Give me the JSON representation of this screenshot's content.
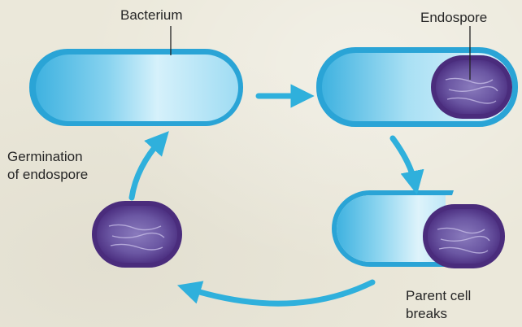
{
  "labels": {
    "bacterium": "Bacterium",
    "endospore": "Endospore",
    "germination_line1": "Germination",
    "germination_line2": "of endospore",
    "parent_line1": "Parent cell",
    "parent_line2": "breaks"
  },
  "colors": {
    "bacterium_fill": "#5cc2e6",
    "bacterium_outline": "#2aa4d6",
    "arrow": "#2fb0dc",
    "spore_outer": "#4a2c7c",
    "spore_inner": "#6d5aa6",
    "background": "#ebe8da"
  },
  "icons": [
    "right-arrow-icon",
    "down-arrow-icon",
    "left-curved-arrow-icon",
    "up-curved-arrow-icon"
  ]
}
